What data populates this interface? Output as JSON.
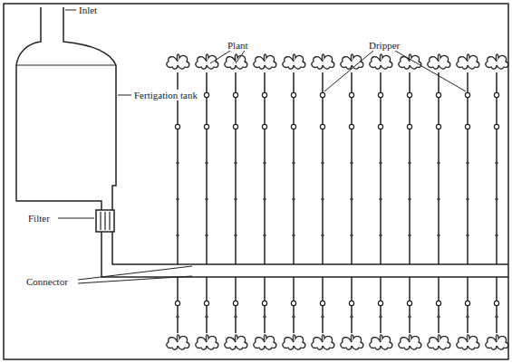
{
  "diagram": {
    "labels": [
      "Inlet",
      "Fertigation tank",
      "Plant",
      "Dripper",
      "Filter",
      "Connector"
    ]
  }
}
